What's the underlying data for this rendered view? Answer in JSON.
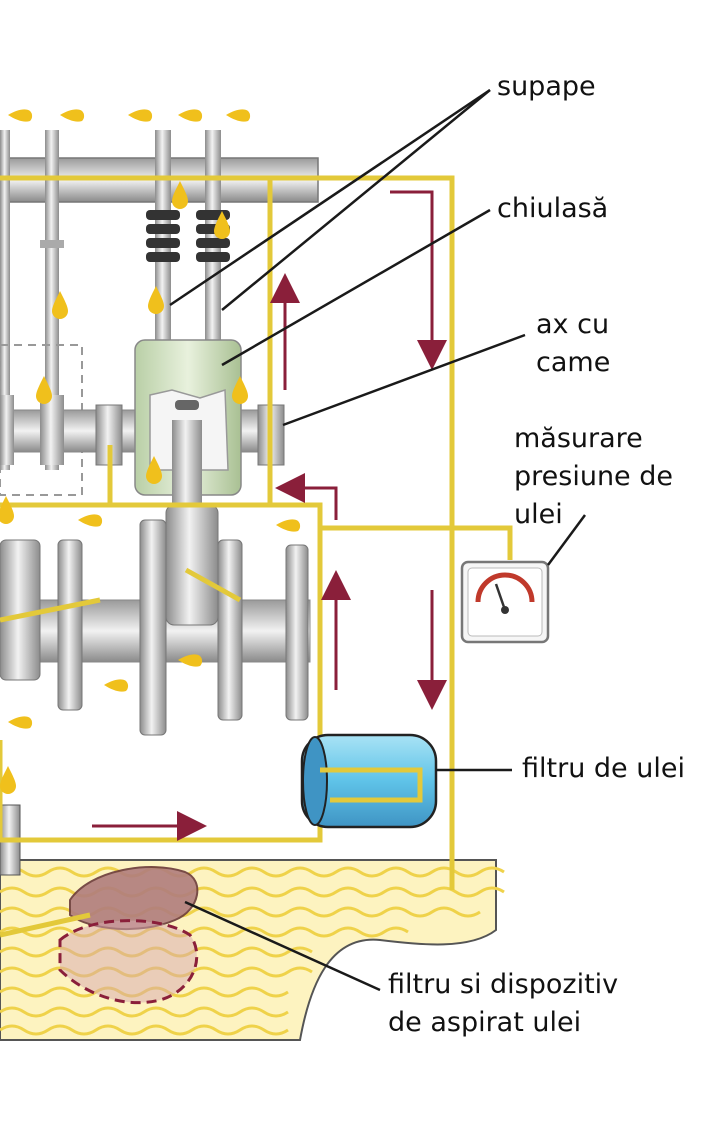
{
  "labels": {
    "valves": "supape",
    "cylinder_head": "chiulasă",
    "camshaft": "ax cu\ncame",
    "pressure_gauge": "măsurare\npresiune de\nulei",
    "oil_filter": "filtru de ulei",
    "oil_pickup": "filtru si dispozitiv\nde aspirat ulei"
  },
  "colors": {
    "oil_line": "#e3c93a",
    "oil_drop": "#f0c01c",
    "flow_arrow": "#8a1f3a",
    "metal_light": "#e9e9e9",
    "metal_dark": "#8c8c8c",
    "piston_cylinder": "#d3e2c2",
    "filter_body": "#5fc3e8",
    "sump_waves": "#efd24a",
    "leader_line": "#1a1a1a"
  },
  "icons": {
    "oil_drop": "oil-drop-icon",
    "flow_arrow": "flow-arrow-icon",
    "gauge": "pressure-gauge-icon"
  }
}
